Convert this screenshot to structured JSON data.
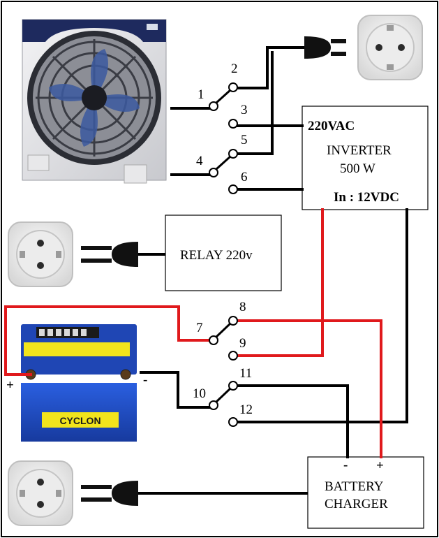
{
  "switch_labels": [
    "1",
    "2",
    "3",
    "4",
    "5",
    "6",
    "7",
    "8",
    "9",
    "10",
    "11",
    "12"
  ],
  "inverter": {
    "top_label": "220VAC",
    "name": "INVERTER",
    "power": "500 W",
    "input": "In : 12VDC"
  },
  "relay": {
    "label": "RELAY 220v"
  },
  "charger": {
    "line1": "BATTERY",
    "line2": "CHARGER",
    "minus": "-",
    "plus": "+"
  },
  "battery": {
    "brand": "CYCLON",
    "plus_terminal": "+",
    "minus_terminal": "-"
  },
  "colors": {
    "wire_black": "#000000",
    "wire_red": "#e0191c",
    "battery_blue": "#1f4fc8",
    "battery_yellow": "#f2e41c"
  },
  "icons": [
    "fan-image",
    "wall-socket-icon",
    "power-plug-icon",
    "car-battery-image"
  ]
}
